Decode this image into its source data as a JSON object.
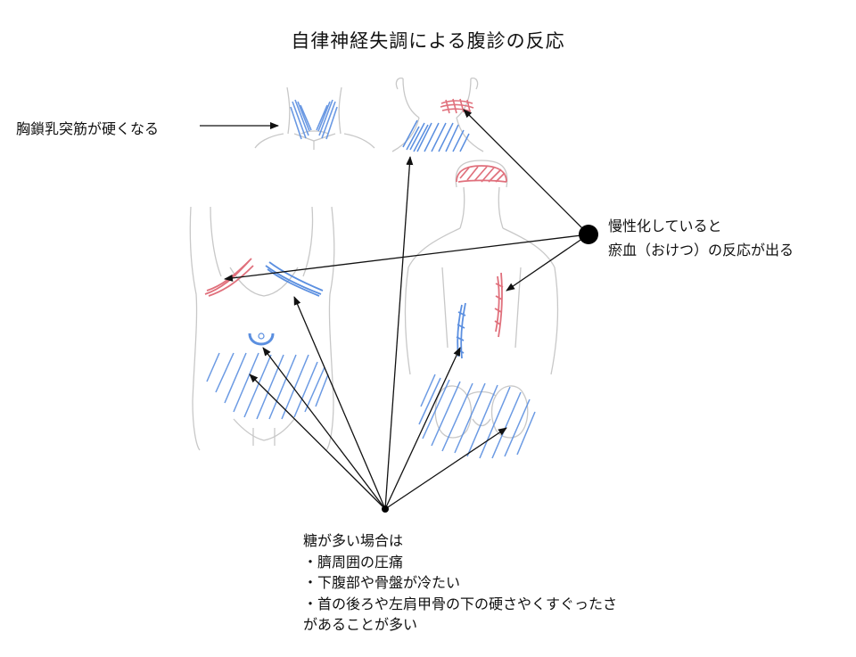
{
  "title": "自律神経失調による腹診の反応",
  "labels": {
    "scm": "胸鎖乳突筋が硬くなる",
    "chronic": [
      "慢性化していると",
      "瘀血（おけつ）の反応が出る"
    ],
    "sugar": [
      "糖が多い場合は",
      "・臍周囲の圧痛",
      "・下腹部や骨盤が冷たい",
      "・首の後ろや左肩甲骨の下の硬さやくすぐったさ",
      "があることが多い"
    ]
  },
  "colors": {
    "outline": "#c8c8c8",
    "cold_blue": "#5b8fe0",
    "stasis_red": "#e0707c",
    "arrow": "#111111"
  }
}
